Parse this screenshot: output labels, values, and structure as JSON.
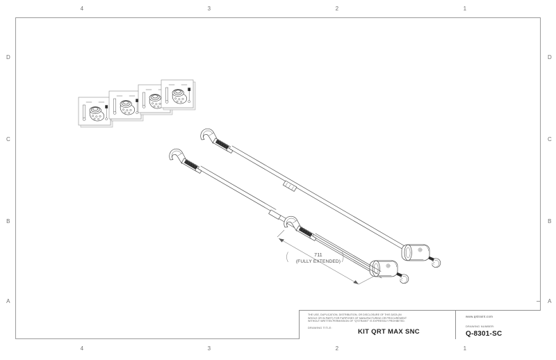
{
  "sheet": {
    "background_color": "#ffffff",
    "frame_color": "#9a9a9a"
  },
  "border": {
    "columns_top": [
      "4",
      "3",
      "2",
      "1"
    ],
    "columns_bottom": [
      "4",
      "3",
      "2",
      "1"
    ],
    "rows_left": [
      "D",
      "C",
      "B",
      "A"
    ],
    "rows_right": [
      "D",
      "C",
      "B",
      "A"
    ]
  },
  "title_block": {
    "legal_notice": "THE USE, DUPLICATION, DISTRIBUTION, OR DISCLOSURE OF THIS DATA (IN\nWHOLE OR IN PART) FOR PURPOSES OF MANUFACTURING OR PROCUREMENT\nWITHOUT WRITTEN PERMISSION OF \"Q'STRAINT\" IS EXPRESSLY PROHIBITED.",
    "title_label": "DRAWING TITLE:",
    "title_value": "KIT QRT MAX SNC",
    "website": "www.qstraint.com",
    "number_label": "DRAWING NUMBER:",
    "number_value": "Q-8301-SC"
  },
  "annotations": {
    "dimension_value": "711",
    "dimension_note": "(FULLY EXTENDED)"
  },
  "drawing": {
    "description": "Isometric technical drawing of QRT MAX retractor tie-down kit",
    "line_color": "#4b4b4b",
    "detail_views_count": 4,
    "retractor_assemblies_count": 3
  }
}
